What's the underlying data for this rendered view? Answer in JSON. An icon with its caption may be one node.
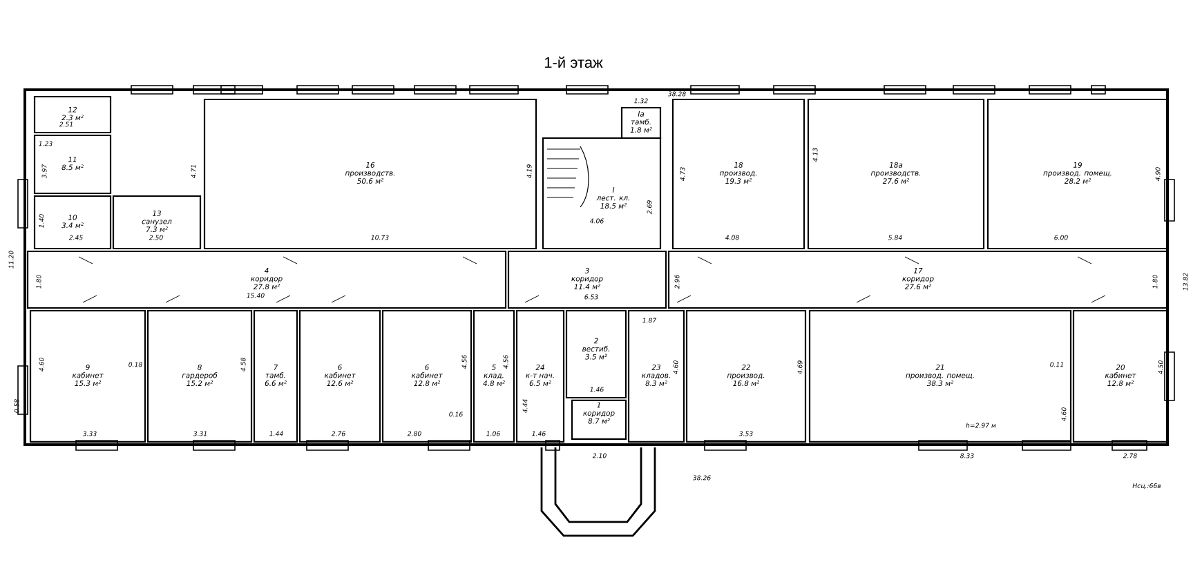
{
  "diagram": {
    "title": "1-й этаж",
    "nodes": [
      {
        "text": [
          "16",
          "производств.",
          "50.6 м²"
        ]
      },
      {
        "text": [
          "I",
          "лест. кл.",
          "18.5 м²"
        ]
      },
      {
        "text": [
          "Iа",
          "тамб.",
          "1.8 м²"
        ],
        "beside": [
          "1.32"
        ]
      },
      {
        "text": [
          "18",
          "производ.",
          "19.3 м²"
        ]
      },
      {
        "text": [
          "18а",
          "производств.",
          "27.6 м²"
        ]
      },
      {
        "text": [
          "19",
          "производ. помещ.",
          "28.2 м²"
        ]
      },
      {
        "text": [
          "4",
          "коридор",
          "27.8 м²"
        ]
      },
      {
        "text": [
          "3",
          "коридор",
          "11.4 м²"
        ]
      },
      {
        "text": [
          "17",
          "коридор",
          "27.6 м²"
        ]
      },
      {
        "text": [
          "9",
          "кабинет",
          "15.3 м²"
        ]
      },
      {
        "text": [
          "8",
          "гардероб",
          "15.2 м²"
        ]
      },
      {
        "text": [
          "7",
          "тамб.",
          "6.6 м²"
        ]
      },
      {
        "text": [
          "6",
          "кабинет",
          "12.6 м²"
        ]
      },
      {
        "text": [
          "6",
          "кабинет",
          "12.8 м²"
        ]
      },
      {
        "text": [
          "5",
          "клад.",
          "4.8 м²"
        ]
      },
      {
        "text": [
          "24",
          "к-т нач.",
          "6.5 м²"
        ]
      },
      {
        "text": [
          "2",
          "вестиб.",
          "3.5 м²"
        ]
      },
      {
        "text": [
          "1",
          "коридор",
          "8.7 м²"
        ]
      },
      {
        "text": [
          "23",
          "кладов.",
          "8.3 м²"
        ]
      },
      {
        "text": [
          "22",
          "производ.",
          "16.8 м²"
        ]
      },
      {
        "text": [
          "21",
          "производ. помещ.",
          "38.3 м²"
        ]
      },
      {
        "text": [
          "20",
          "кабинет",
          "12.8 м²"
        ]
      },
      {
        "text": [
          "13",
          "санузел",
          "7.3 м²"
        ]
      },
      {
        "text": [
          "10",
          "3.4 м²"
        ]
      },
      {
        "text": [
          "12",
          "2.3 м²"
        ]
      },
      {
        "text": [
          "11",
          "8.5 м²"
        ]
      }
    ],
    "labels": [
      "38.28",
      "2.51",
      "1.23",
      "4.13",
      "3.97",
      "4.71",
      "4.19",
      "4.73",
      "4.90",
      "2.69",
      "1.40",
      "4.06",
      "2.45",
      "2.50",
      "10.73",
      "4.08",
      "5.84",
      "6.00",
      "11.20",
      "1.80",
      "2.96",
      "1.80",
      "13.82",
      "15.40",
      "6.53",
      "1.87",
      "4.60",
      "0.18",
      "4.58",
      "4.56",
      "4.56",
      "4.60",
      "4.69",
      "0.11",
      "4.50",
      "1.46",
      "0.58",
      "4.44",
      "0.16",
      "4.60",
      "h=2.97 м",
      "3.33",
      "3.31",
      "1.44",
      "2.76",
      "2.80",
      "1.06",
      "1.46",
      "3.53",
      "2.10",
      "8.33",
      "2.78",
      "38.26",
      "Нсц.:66в"
    ]
  }
}
